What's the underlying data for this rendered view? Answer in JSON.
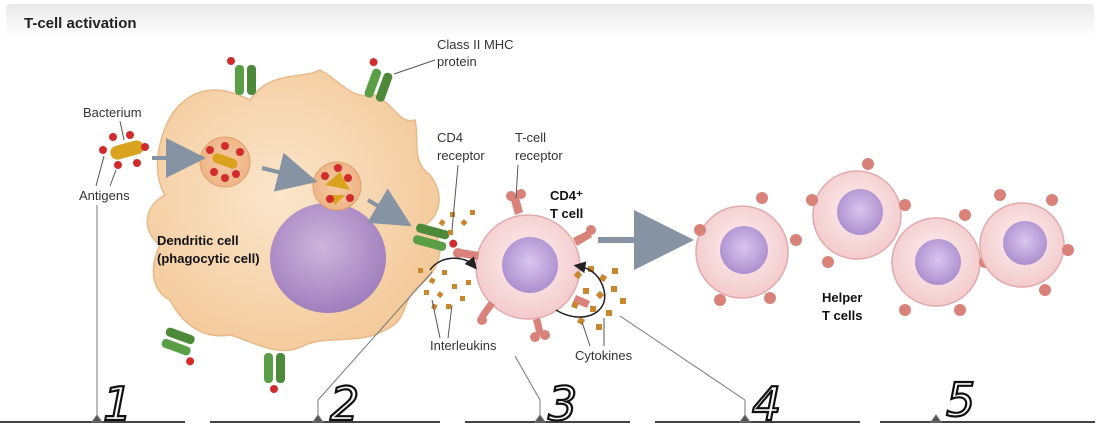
{
  "title": "T-cell activation",
  "labels": {
    "class_ii_mhc_1": "Class II MHC",
    "class_ii_mhc_2": "protein",
    "bacterium": "Bacterium",
    "antigens": "Antigens",
    "dendritic_1": "Dendritic cell",
    "dendritic_2": "(phagocytic cell)",
    "cd4_receptor_1": "CD4",
    "cd4_receptor_2": "receptor",
    "tcell_receptor_1": "T-cell",
    "tcell_receptor_2": "receptor",
    "cd4_tcell_1": "CD4⁺",
    "cd4_tcell_2": "T cell",
    "interleukins": "Interleukins",
    "cytokines": "Cytokines",
    "helper_1": "Helper",
    "helper_2": "T cells"
  },
  "steps": [
    "1",
    "2",
    "3",
    "4",
    "5"
  ],
  "colors": {
    "dendritic_fill": "#f6d6ad",
    "dendritic_stroke": "#e9b98a",
    "nucleus": "#b592c9",
    "tcell_fill": "#f7dcdc",
    "tcell_nucleus": "#b79ad6",
    "receptor": "#d9827a",
    "mhc_green": "#5a9e45",
    "antigen_red": "#d22b2b",
    "bacterium_gold": "#d9a21f",
    "arrow_gray": "#8593a3",
    "cytokine_brown": "#c9862f"
  }
}
